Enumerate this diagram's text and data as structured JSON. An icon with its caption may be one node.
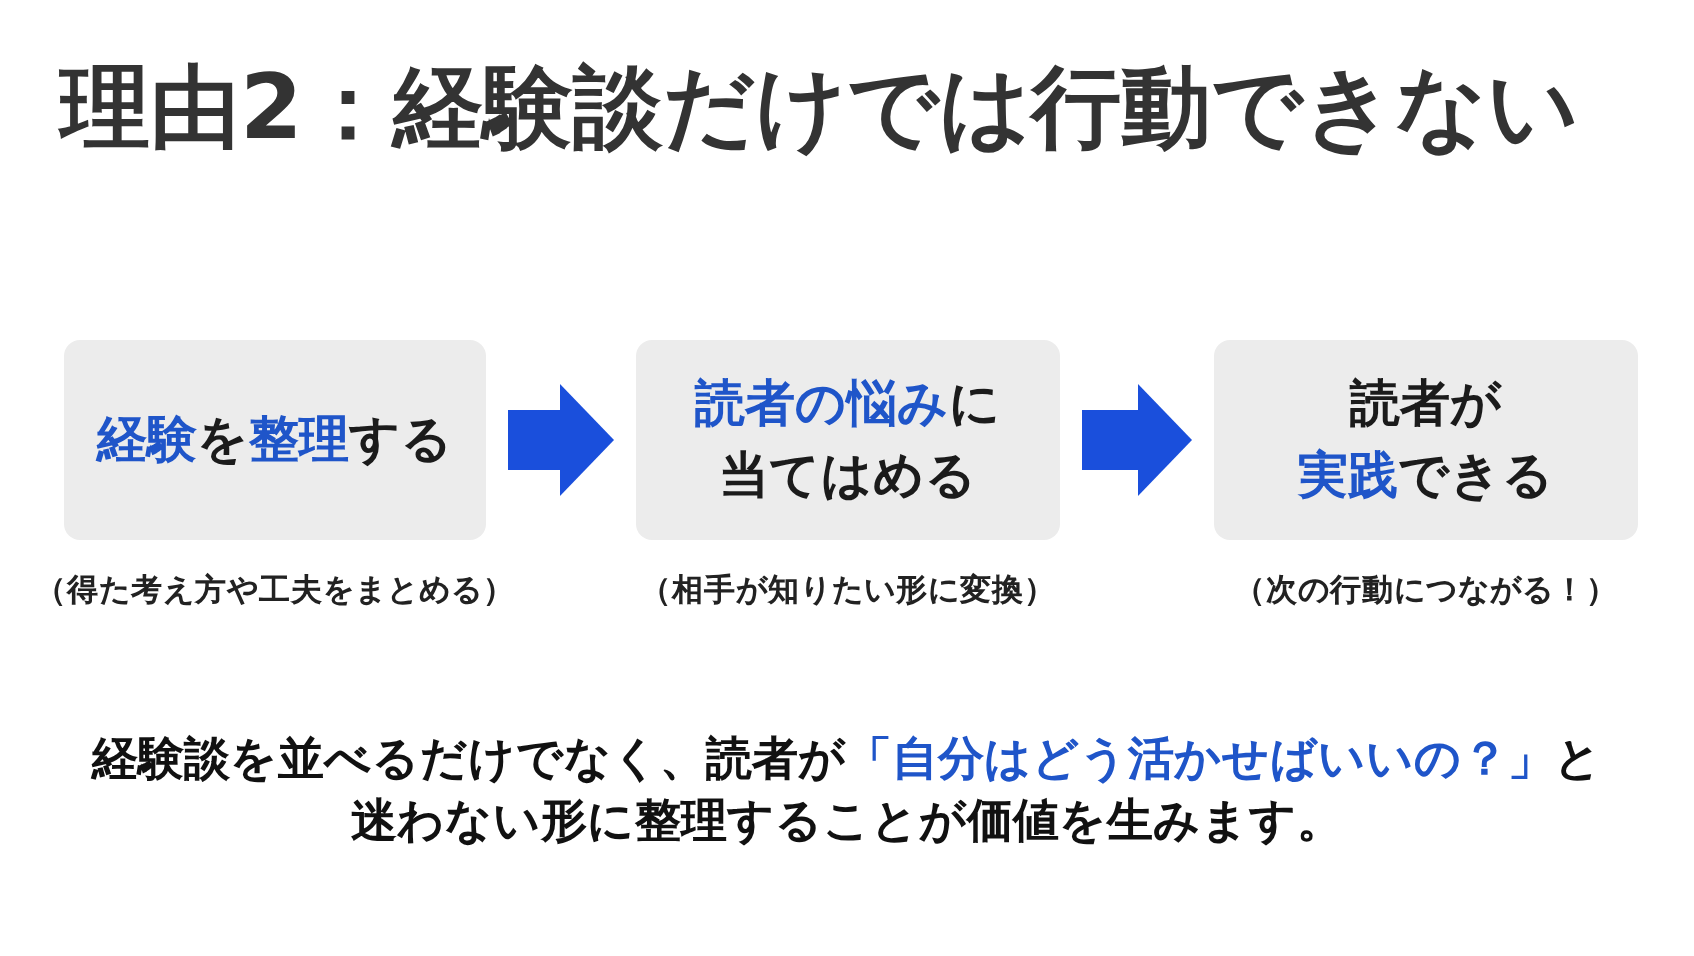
{
  "diagram": {
    "title": "理由2：経験談だけでは行動できない",
    "nodes": [
      {
        "text": [
          "**経験**を**整理**する"
        ],
        "beside": [
          "（得た考え方や工夫をまとめる）"
        ]
      },
      {
        "text": [
          "**読者の悩み**に当てはめる"
        ],
        "beside": [
          "（相手が知りたい形に変換）"
        ]
      },
      {
        "text": [
          "読者が**実践**できる"
        ],
        "beside": [
          "（次の行動につながる！）"
        ]
      }
    ],
    "edges": [
      {
        "from": 0,
        "to": 1,
        "arrow": "to"
      },
      {
        "from": 1,
        "to": 2,
        "arrow": "to"
      }
    ],
    "labels": [
      "経験談を並べるだけでなく、読者が**「自分はどう活かせばいいの？」**と迷わない形に整理することが価値を生みます。"
    ]
  }
}
